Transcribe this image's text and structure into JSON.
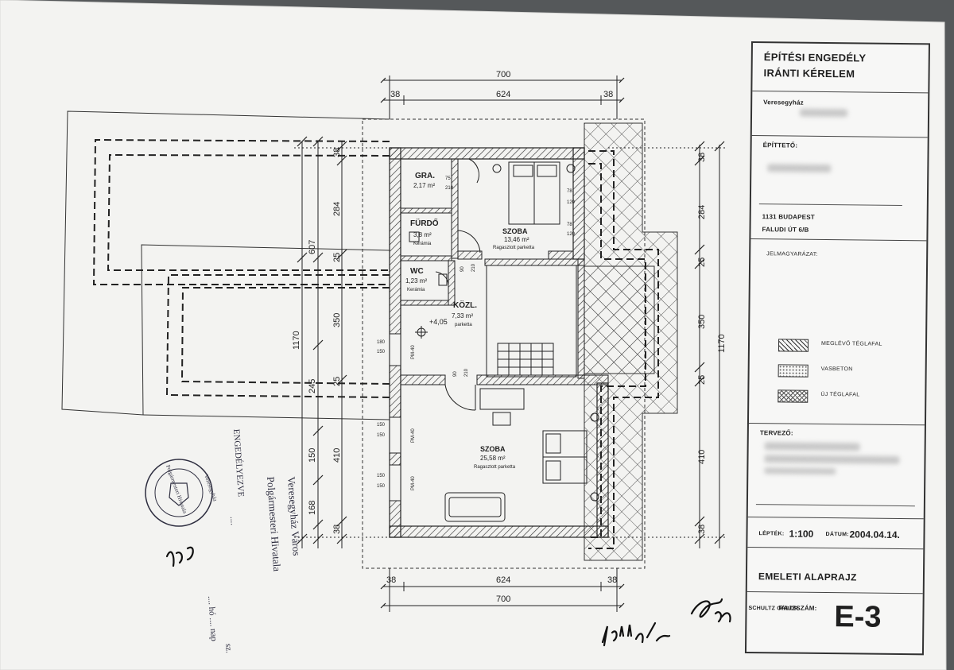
{
  "title_block": {
    "title_line1": "ÉPÍTÉSI ENGEDÉLY",
    "title_line2": "IRÁNTI KÉRELEM",
    "location_label": "Veresegyház",
    "builder_label": "ÉPÍTTETŐ:",
    "builder_address_line1": "1131 BUDAPEST",
    "builder_address_line2": "FALUDI ÚT 6/B",
    "legend_label": "JELMAGYARÁZAT:",
    "legend_items": [
      "MEGLÉVŐ TÉGLAFAL",
      "VASBETON",
      "ÚJ TÉGLAFAL"
    ],
    "designer_label": "TERVEZŐ:",
    "scale_label": "LÉPTÉK:",
    "scale_value": "1:100",
    "date_label": "DÁTUM:",
    "date_value": "2004.04.14.",
    "drawing_title": "EMELETI ALAPRAJZ",
    "drawing_number_label": "RAJZSZÁM:",
    "drawing_number": "E-3",
    "designer_name": "SCHULTZ GÁBOR"
  },
  "dimensions": {
    "top_overall": "700",
    "top_inner": "624",
    "top_left_wall": "38",
    "top_right_wall": "38",
    "bottom_overall": "700",
    "bottom_inner": "624",
    "bottom_left_wall": "38",
    "bottom_right_wall": "38",
    "left_overall": "1170",
    "left_upper": "607",
    "left_segments": [
      "38",
      "284",
      "25",
      "350",
      "25",
      "245",
      "150",
      "410",
      "168",
      "38"
    ],
    "right_overall": "1170",
    "right_segments": [
      "38",
      "284",
      "25",
      "350",
      "25",
      "410",
      "38"
    ]
  },
  "rooms": [
    {
      "name": "GRA.",
      "area": "2,17 m²"
    },
    {
      "name": "FÜRDŐ",
      "area": "3,8 m²",
      "floor": "Kerámia"
    },
    {
      "name": "WC",
      "area": "1,23 m²",
      "floor": "Kerámia"
    },
    {
      "name": "SZOBA",
      "area": "13,46 m²",
      "floor": "Ragasztott parketta"
    },
    {
      "name": "KÖZL.",
      "area": "7,33 m²",
      "floor": "parketta"
    },
    {
      "name": "SZOBA",
      "area": "25,58 m²",
      "floor": "Ragasztott parketta"
    }
  ],
  "plan_labels": {
    "level": "+4,05",
    "door_width": "90",
    "door_height": "210",
    "window_sizes": [
      "75",
      "210",
      "78",
      "120",
      "180",
      "150",
      "150",
      "150",
      "150",
      "150"
    ],
    "window_codes": [
      "PM-40",
      "PM-40",
      "PM-40"
    ]
  },
  "stamp": {
    "line1": "Veresegyház Város",
    "line2": "Polgármesteri Hivatala",
    "line3": "ENGEDÉLYEZVE",
    "dots": "....",
    "line4": "sz.",
    "line5": ".... hó .... nap",
    "circle_text_1": "Polgármesteri Hivatala",
    "circle_text_2": "Veresegyház"
  },
  "colors": {
    "paper": "#f3f3f1",
    "ink": "#2b2b2b",
    "background": "#55585a"
  }
}
